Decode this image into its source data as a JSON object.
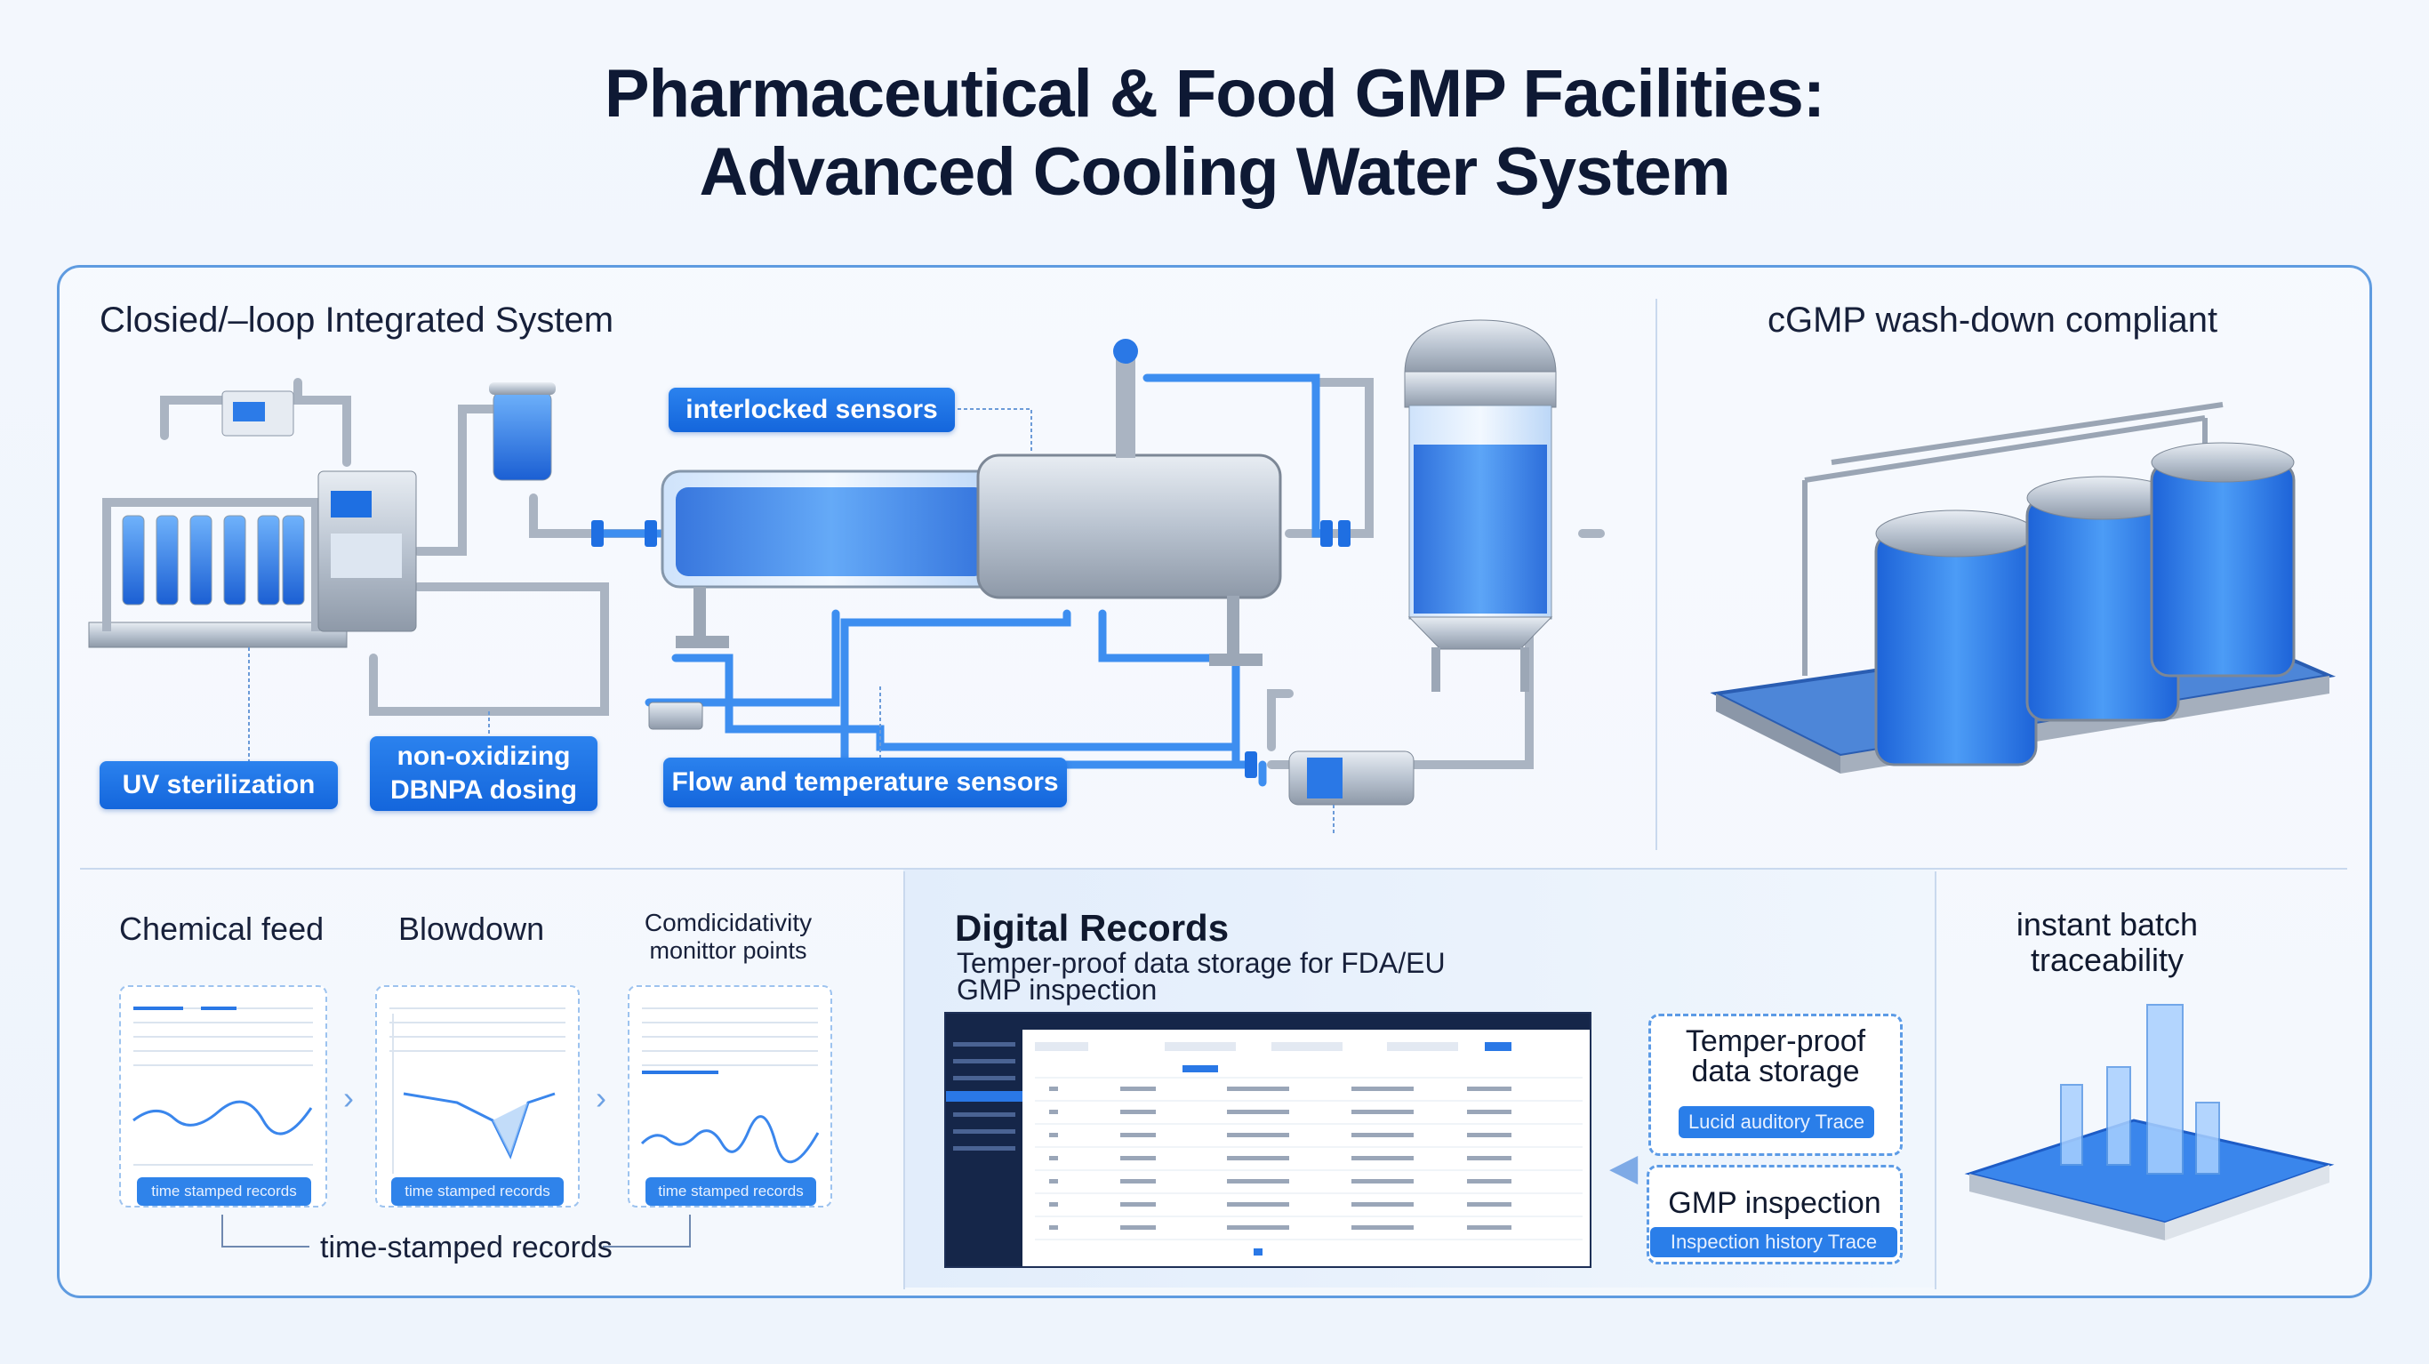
{
  "title": {
    "line1": "Pharmaceutical & Food GMP Facilities:",
    "line2": "Advanced Cooling Water System"
  },
  "top_left": {
    "heading": "Closied/–loop Integrated System",
    "tags": {
      "interlocked": "interlocked sensors",
      "uv": "UV sterilization",
      "dosing_line1": "non-oxidizing",
      "dosing_line2": "DBNPA dosing",
      "flow": "Flow and temperature sensors"
    }
  },
  "top_right": {
    "heading": "cGMP wash-down compliant"
  },
  "bottom_left": {
    "labels": {
      "chemical": "Chemical feed",
      "blowdown": "Blowdown",
      "conductivity_line1": "Comdicidativity",
      "conductivity_line2": "monittor points"
    },
    "card_buttons": [
      "time stamped records",
      "time stamped records",
      "time stamped records"
    ],
    "footer": "time-stamped records"
  },
  "bottom_middle": {
    "heading": "Digital Records",
    "subtitle_line1": "Temper-proof data storage for FDA/EU",
    "subtitle_line2": "GMP inspection",
    "cards": {
      "tamper_line1": "Temper-proof",
      "tamper_line2": "data storage",
      "tamper_btn": "Lucid auditory Trace",
      "gmp": "GMP inspection",
      "gmp_btn": "Inspection history Trace"
    }
  },
  "bottom_right": {
    "label_line1": "instant batch",
    "label_line2": "traceability"
  },
  "colors": {
    "accent": "#1f74e6",
    "frame": "#5f9be0",
    "title": "#0e1934",
    "water": "#3b8af0",
    "steel": "#b8c2cf"
  }
}
